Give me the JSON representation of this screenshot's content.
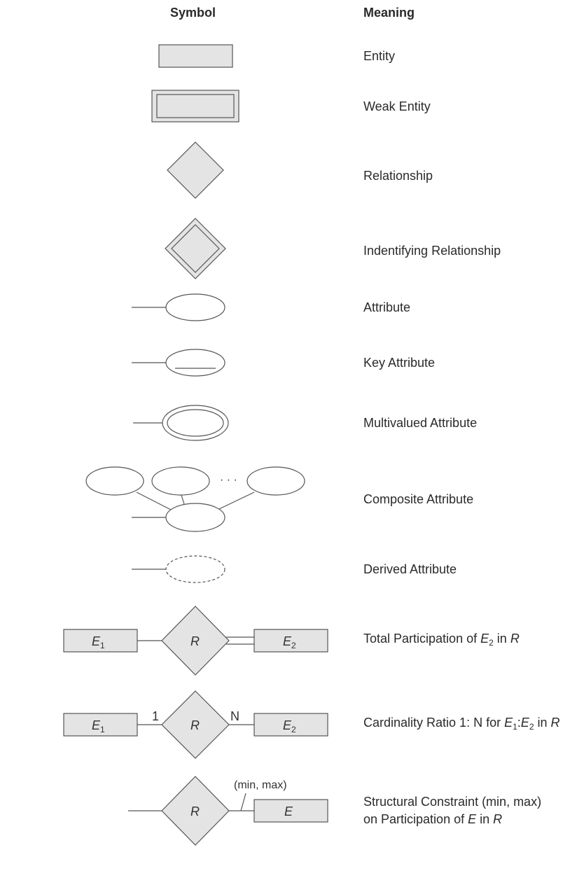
{
  "headers": {
    "symbol": "Symbol",
    "meaning": "Meaning"
  },
  "rows": [
    {
      "meaning": "Entity"
    },
    {
      "meaning": "Weak Entity"
    },
    {
      "meaning": "Relationship"
    },
    {
      "meaning": "Indentifying Relationship"
    },
    {
      "meaning": "Attribute"
    },
    {
      "meaning": "Key Attribute"
    },
    {
      "meaning": "Multivalued Attribute"
    },
    {
      "meaning": "Composite Attribute",
      "ellipsis": "· · ·"
    },
    {
      "meaning": "Derived Attribute"
    },
    {
      "meaning_parts": [
        "Total Participation of ",
        "E",
        "2",
        " in ",
        "R"
      ],
      "labels": {
        "e1": "E",
        "e1_sub": "1",
        "r": "R",
        "e2": "E",
        "e2_sub": "2"
      }
    },
    {
      "meaning_parts": [
        "Cardinality Ratio 1: N for ",
        "E",
        "1",
        ":",
        "E",
        "2",
        " in ",
        "R"
      ],
      "labels": {
        "e1": "E",
        "e1_sub": "1",
        "r": "R",
        "e2": "E",
        "e2_sub": "2",
        "card_left": "1",
        "card_right": "N"
      }
    },
    {
      "meaning_line1": "Structural Constraint (min, max)",
      "meaning_line2_parts": [
        "on Participation of ",
        "E",
        " in ",
        "R"
      ],
      "labels": {
        "r": "R",
        "e": "E",
        "constraint": "(min, max)"
      }
    }
  ]
}
